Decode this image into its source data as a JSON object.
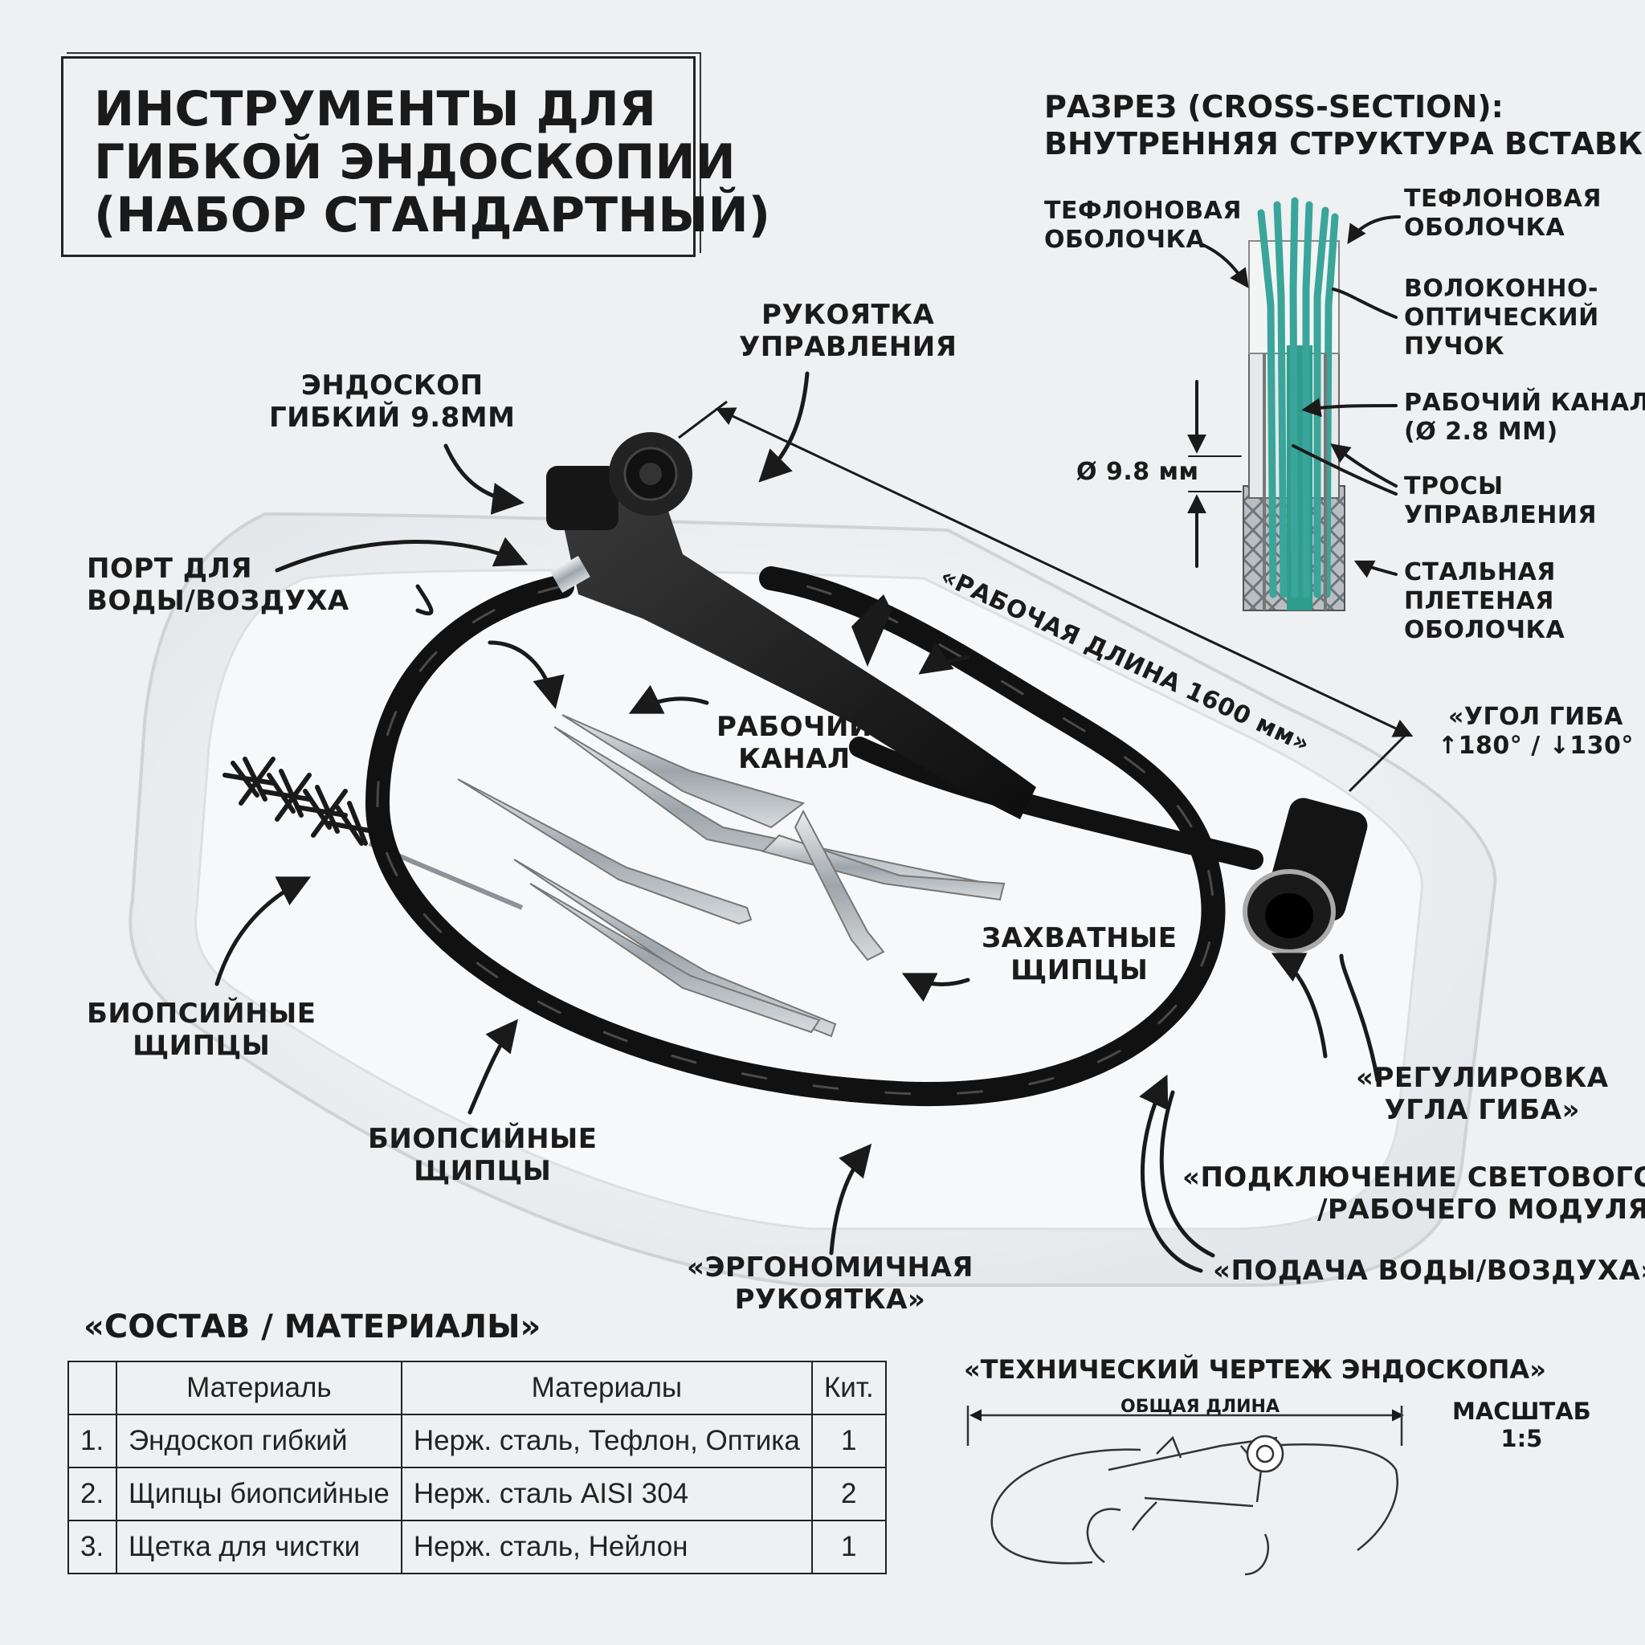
{
  "title": {
    "line1": "ИНСТРУМЕНТЫ ДЛЯ",
    "line2": "ГИБКОЙ ЭНДОСКОПИИ",
    "line3": "(НАБОР СТАНДАРТНЫЙ)"
  },
  "cross_section": {
    "title_line1": "РАЗРЕЗ (CROSS-SECTION):",
    "title_line2": "ВНУТРЕННЯЯ СТРУКТУРА ВСТАВКИ",
    "teflon_left_1": "ТЕФЛОНОВАЯ",
    "teflon_left_2": "ОБОЛОЧКА",
    "teflon_right_1": "ТЕФЛОНОВАЯ",
    "teflon_right_2": "ОБОЛОЧКА",
    "fiber_1": "ВОЛОКОННО-",
    "fiber_2": "ОПТИЧЕСКИЙ",
    "fiber_3": "ПУЧОК",
    "channel_1": "РАБОЧИЙ КАНАЛ",
    "channel_2": "(Ø 2.8 мм)",
    "cables_1": "ТРОСЫ",
    "cables_2": "УПРАВЛЕНИЯ",
    "braid_1": "СТАЛЬНАЯ",
    "braid_2": "ПЛЕТЕНАЯ",
    "braid_3": "ОБОЛОЧКА",
    "diameter": "Ø 9.8 мм",
    "colors": {
      "fiber": "#3aa59a",
      "channel": "#2f9d8e",
      "braid": "#9aa0a4"
    }
  },
  "labels": {
    "handle_1": "РУКОЯТКА",
    "handle_2": "УПРАВЛЕНИЯ",
    "endoscope_1": "ЭНДОСКОП",
    "endoscope_2": "ГИБКИЙ 9.8мм",
    "port_1": "ПОРТ ДЛЯ",
    "port_2": "ВОДЫ/ВОЗДУХА",
    "work_length": "«РАБОЧАЯ ДЛИНА 1600 мм»",
    "bend_1": "«УГОЛ ГИБА",
    "bend_2": "↑180° / ↓130°",
    "channel_1": "РАБОЧИЙ",
    "channel_2": "КАНАЛ",
    "grasp_1": "ЗАХВАТНЫЕ",
    "grasp_2": "ЩИПЦЫ",
    "biopsy_a_1": "БИОПСИЙНЫЕ",
    "biopsy_a_2": "ЩИПЦЫ",
    "biopsy_b_1": "БИОПСИЙНЫЕ",
    "biopsy_b_2": "ЩИПЦЫ",
    "bend_adjust_1": "«РЕГУЛИРОВКА",
    "bend_adjust_2": "УГЛА ГИБА»",
    "connect_1": "«ПОДКЛЮЧЕНИЕ СВЕТОВОГО/",
    "connect_2": "/РАБОЧЕГО МОДУЛЯ»",
    "water_air": "«ПОДАЧА ВОДЫ/ВОЗДУХА»",
    "ergo_1": "«ЭРГОНОМИЧНАЯ",
    "ergo_2": "РУКОЯТКА»"
  },
  "materials": {
    "title": "«СОСТАВ / МАТЕРИАЛЫ»",
    "headers": [
      "",
      "Материаль",
      "Материалы",
      "Кит."
    ],
    "rows": [
      [
        "1.",
        "Эндоскоп гибкий",
        "Нерж. сталь, Тефлон, Оптика",
        "1"
      ],
      [
        "2.",
        "Щипцы биопсийные",
        "Нерж. сталь AISI 304",
        "2"
      ],
      [
        "3.",
        "Щетка для чистки",
        "Нерж. сталь, Нейлон",
        "1"
      ]
    ]
  },
  "drawing": {
    "title": "«ТЕХНИЧЕСКИЙ ЧЕРТЕЖ ЭНДОСКОПА»",
    "total_length": "ОБЩАЯ ДЛИНА",
    "scale_1": "МАСШТАБ",
    "scale_2": "1:5"
  }
}
